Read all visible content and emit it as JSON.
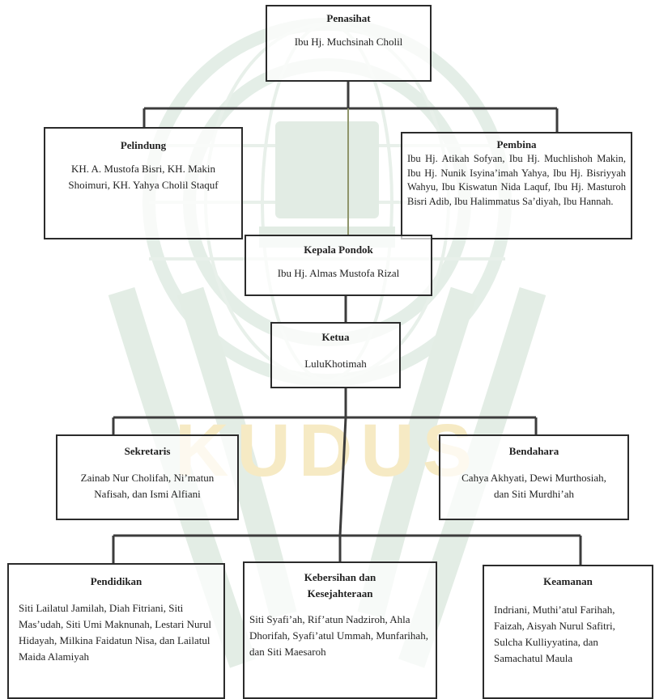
{
  "org": {
    "penasihat": {
      "title": "Penasihat",
      "members": "Ibu Hj. Muchsinah Cholil"
    },
    "pelindung": {
      "title": "Pelindung",
      "members": "KH. A. Mustofa Bisri, KH. Makin Shoimuri, KH. Yahya Cholil Staquf"
    },
    "pembina": {
      "title": "Pembina",
      "members": "Ibu Hj. Atikah Sofyan, Ibu Hj. Muchlishoh Makin, Ibu Hj. Nunik Isyina’imah Yahya, Ibu Hj. Bisriyyah Wahyu, Ibu Kiswatun Nida Laquf, Ibu Hj. Masturoh Bisri Adib, Ibu Halimmatus Sa’diyah, Ibu Hannah."
    },
    "kepala_pondok": {
      "title": "Kepala Pondok",
      "members": "Ibu Hj. Almas Mustofa Rizal"
    },
    "ketua": {
      "title": "Ketua",
      "members": "LuluKhotimah"
    },
    "sekretaris": {
      "title": "Sekretaris",
      "members": "Zainab Nur Cholifah, Ni’matun Nafisah, dan Ismi Alfiani"
    },
    "bendahara": {
      "title": "Bendahara",
      "members": "Cahya Akhyati, Dewi Murthosiah, dan Siti Murdhi’ah"
    },
    "pendidikan": {
      "title": "Pendidikan",
      "members": "Siti Lailatul Jamilah, Diah Fitriani, Siti Mas’udah, Siti Umi Maknunah, Lestari Nurul Hidayah, Milkina Faidatun Nisa, dan Lailatul Maida Alamiyah"
    },
    "kebersihan": {
      "title": "Kebersihan dan Kesejahteraan",
      "members": "Siti Syafi’ah, Rif’atun Nadziroh, Ahla Dhorifah, Syafi’atul Ummah, Munfarihah, dan Siti Maesaroh"
    },
    "keamanan": {
      "title": "Keamanan",
      "members": "Indriani, Muthi’atul Farihah, Faizah, Aisyah Nurul Safitri, Sulcha Kulliyyatina, dan Samachatul Maula"
    }
  },
  "watermark": {
    "text": "KUDUS"
  },
  "colors": {
    "line": "#3c3c3c",
    "watermark_green": "#e3ede6",
    "watermark_gold": "#f6eac4"
  }
}
